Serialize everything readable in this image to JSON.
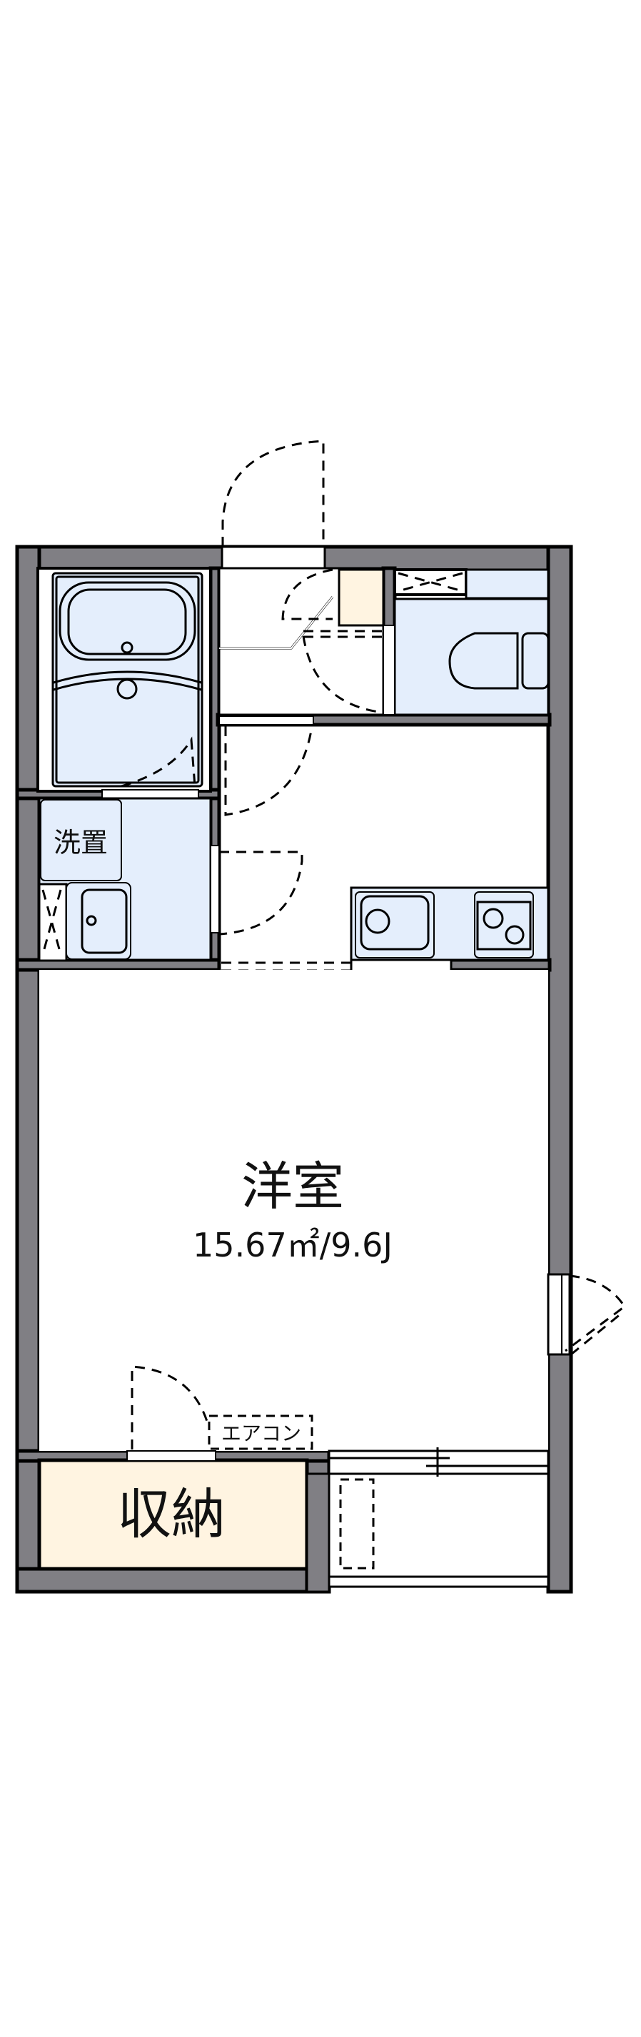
{
  "floorplan": {
    "colors": {
      "wall": "#807f84",
      "wet_area": "#e4eefc",
      "storage": "#fff4e1",
      "floor": "#ffffff",
      "line": "#000000"
    },
    "rooms": {
      "western_room": {
        "label": "洋室",
        "area": "15.67㎡/9.6J"
      },
      "washroom": {
        "label": "洗置"
      },
      "storage": {
        "label": "収納"
      },
      "air_conditioner": {
        "label": "エアコン"
      }
    }
  }
}
